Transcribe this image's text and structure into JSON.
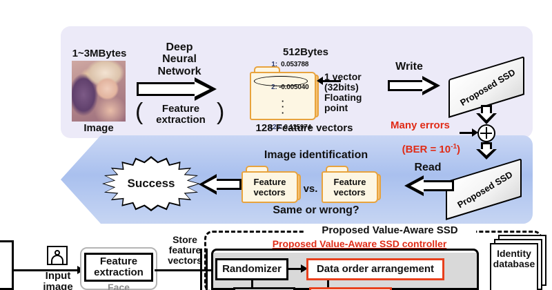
{
  "top_flow": {
    "image_size_label": "1~3MBytes",
    "image_caption": "Image",
    "dnn_title": "Deep\nNeural\nNetwork",
    "dnn_subtitle": "Feature\nextraction",
    "vector_size_label": "512Bytes",
    "vectors_caption": "128 Feature vectors",
    "vector_rows": [
      {
        "index": "1:",
        "value": "0.053788"
      },
      {
        "index": "2:",
        "value": "-0.005040"
      },
      {
        "index": "128:",
        "value": "0.115974"
      }
    ],
    "vector_callout": "1 vector\n(32bits)\nFloating\npoint",
    "write_label": "Write",
    "ssd_label": "Proposed\nSSD",
    "error_label": "Many errors",
    "error_rate_prefix": "(BER = 10",
    "error_rate_exponent": "-1",
    "error_rate_suffix": ")"
  },
  "identification_flow": {
    "title": "Image identification",
    "question": "Same or wrong?",
    "result": "Success",
    "read_label": "Read",
    "ssd_label": "Proposed\nSSD",
    "vs_label": "vs.",
    "left_folder": "Feature\nvectors",
    "right_folder": "Feature\nvectors"
  },
  "bottom_diagram": {
    "input_image_label": "Input\nimage",
    "feature_extraction_label": "Feature\nextraction",
    "feature_extraction_sub": "Face",
    "store_label": "Store\nfeature\nvectors",
    "ssd_boundary_title": "Proposed Value-Aware SSD",
    "controller_title": "Proposed Value-Aware SSD controller",
    "randomizer_label": "Randomizer",
    "data_order_label": "Data order arrangement",
    "identity_db_label": "Identity\ndatabase"
  },
  "colors": {
    "accent_red": "#e8401c",
    "error_red": "#e02b16",
    "folder_border": "#e8a33d",
    "panel_top": "#eceaf8",
    "panel_bottom": "#a9c0ee"
  }
}
